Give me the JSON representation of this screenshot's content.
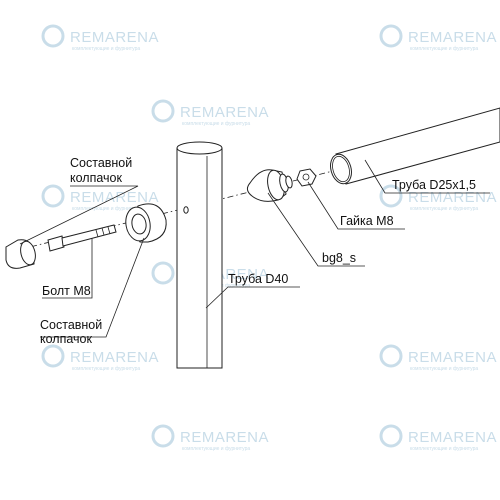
{
  "watermark": {
    "name": "REMARENA",
    "tagline": "комплектующие и фурнитура",
    "brand_color": "#c9dde9"
  },
  "labels": {
    "cap_top": [
      "Составной",
      "колпачок"
    ],
    "cap_bottom": [
      "Составной",
      "колпачок"
    ],
    "bolt": "Болт М8",
    "pipe_small": "Труба D25x1,5",
    "nut": "Гайка М8",
    "bg8": "bg8_s",
    "pipe_large": "Труба D40"
  }
}
